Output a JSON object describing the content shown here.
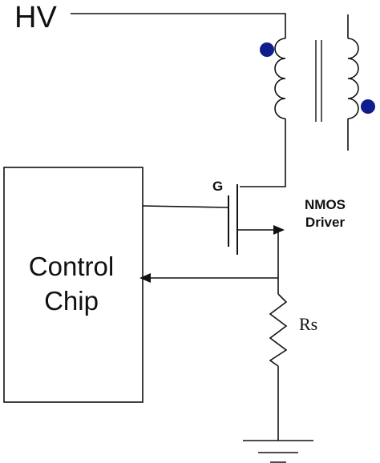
{
  "labels": {
    "supply": "HV",
    "gate": "G",
    "driver": "NMOS\nDriver",
    "chip": "Control\nChip",
    "resistor": "Rs"
  },
  "colors": {
    "line": "#111111",
    "dot": "#0f1e8c",
    "background": "#ffffff"
  }
}
